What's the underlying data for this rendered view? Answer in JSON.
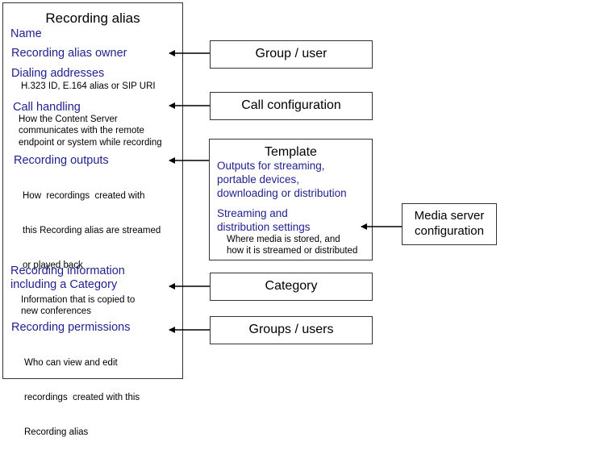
{
  "alias_box": {
    "title": "Recording alias",
    "name": "Name",
    "owner": "Recording alias owner",
    "dialing": {
      "heading": "Dialing addresses",
      "desc": "H.323 ID, E.164 alias or SIP URI"
    },
    "call_handling": {
      "heading": "Call handling",
      "desc": [
        "How the Content Server",
        "communicates with the remote",
        "endpoint or system while recording"
      ]
    },
    "outputs": {
      "heading": "Recording outputs",
      "desc": [
        "How  recordings  created with",
        "this Recording alias are streamed",
        "or played back"
      ]
    },
    "info": {
      "heading": [
        "Recording information",
        "including a Category"
      ],
      "desc": [
        "Information that is copied to",
        "new conferences"
      ]
    },
    "permissions": {
      "heading": "Recording permissions",
      "desc": [
        "Who can view and edit",
        "recordings  created with this",
        "Recording alias"
      ]
    }
  },
  "right_boxes": {
    "group_user": "Group / user",
    "call_config": "Call configuration",
    "template": {
      "title": "Template",
      "outputs": [
        "Outputs for streaming,",
        "portable devices,",
        "downloading or distribution"
      ],
      "streaming": [
        "Streaming and",
        "distribution settings"
      ],
      "streaming_desc": [
        "Where media is stored, and",
        "how it is streamed or distributed"
      ]
    },
    "media_server": [
      "Media server",
      "configuration"
    ],
    "category": "Category",
    "groups_users": "Groups / users"
  }
}
